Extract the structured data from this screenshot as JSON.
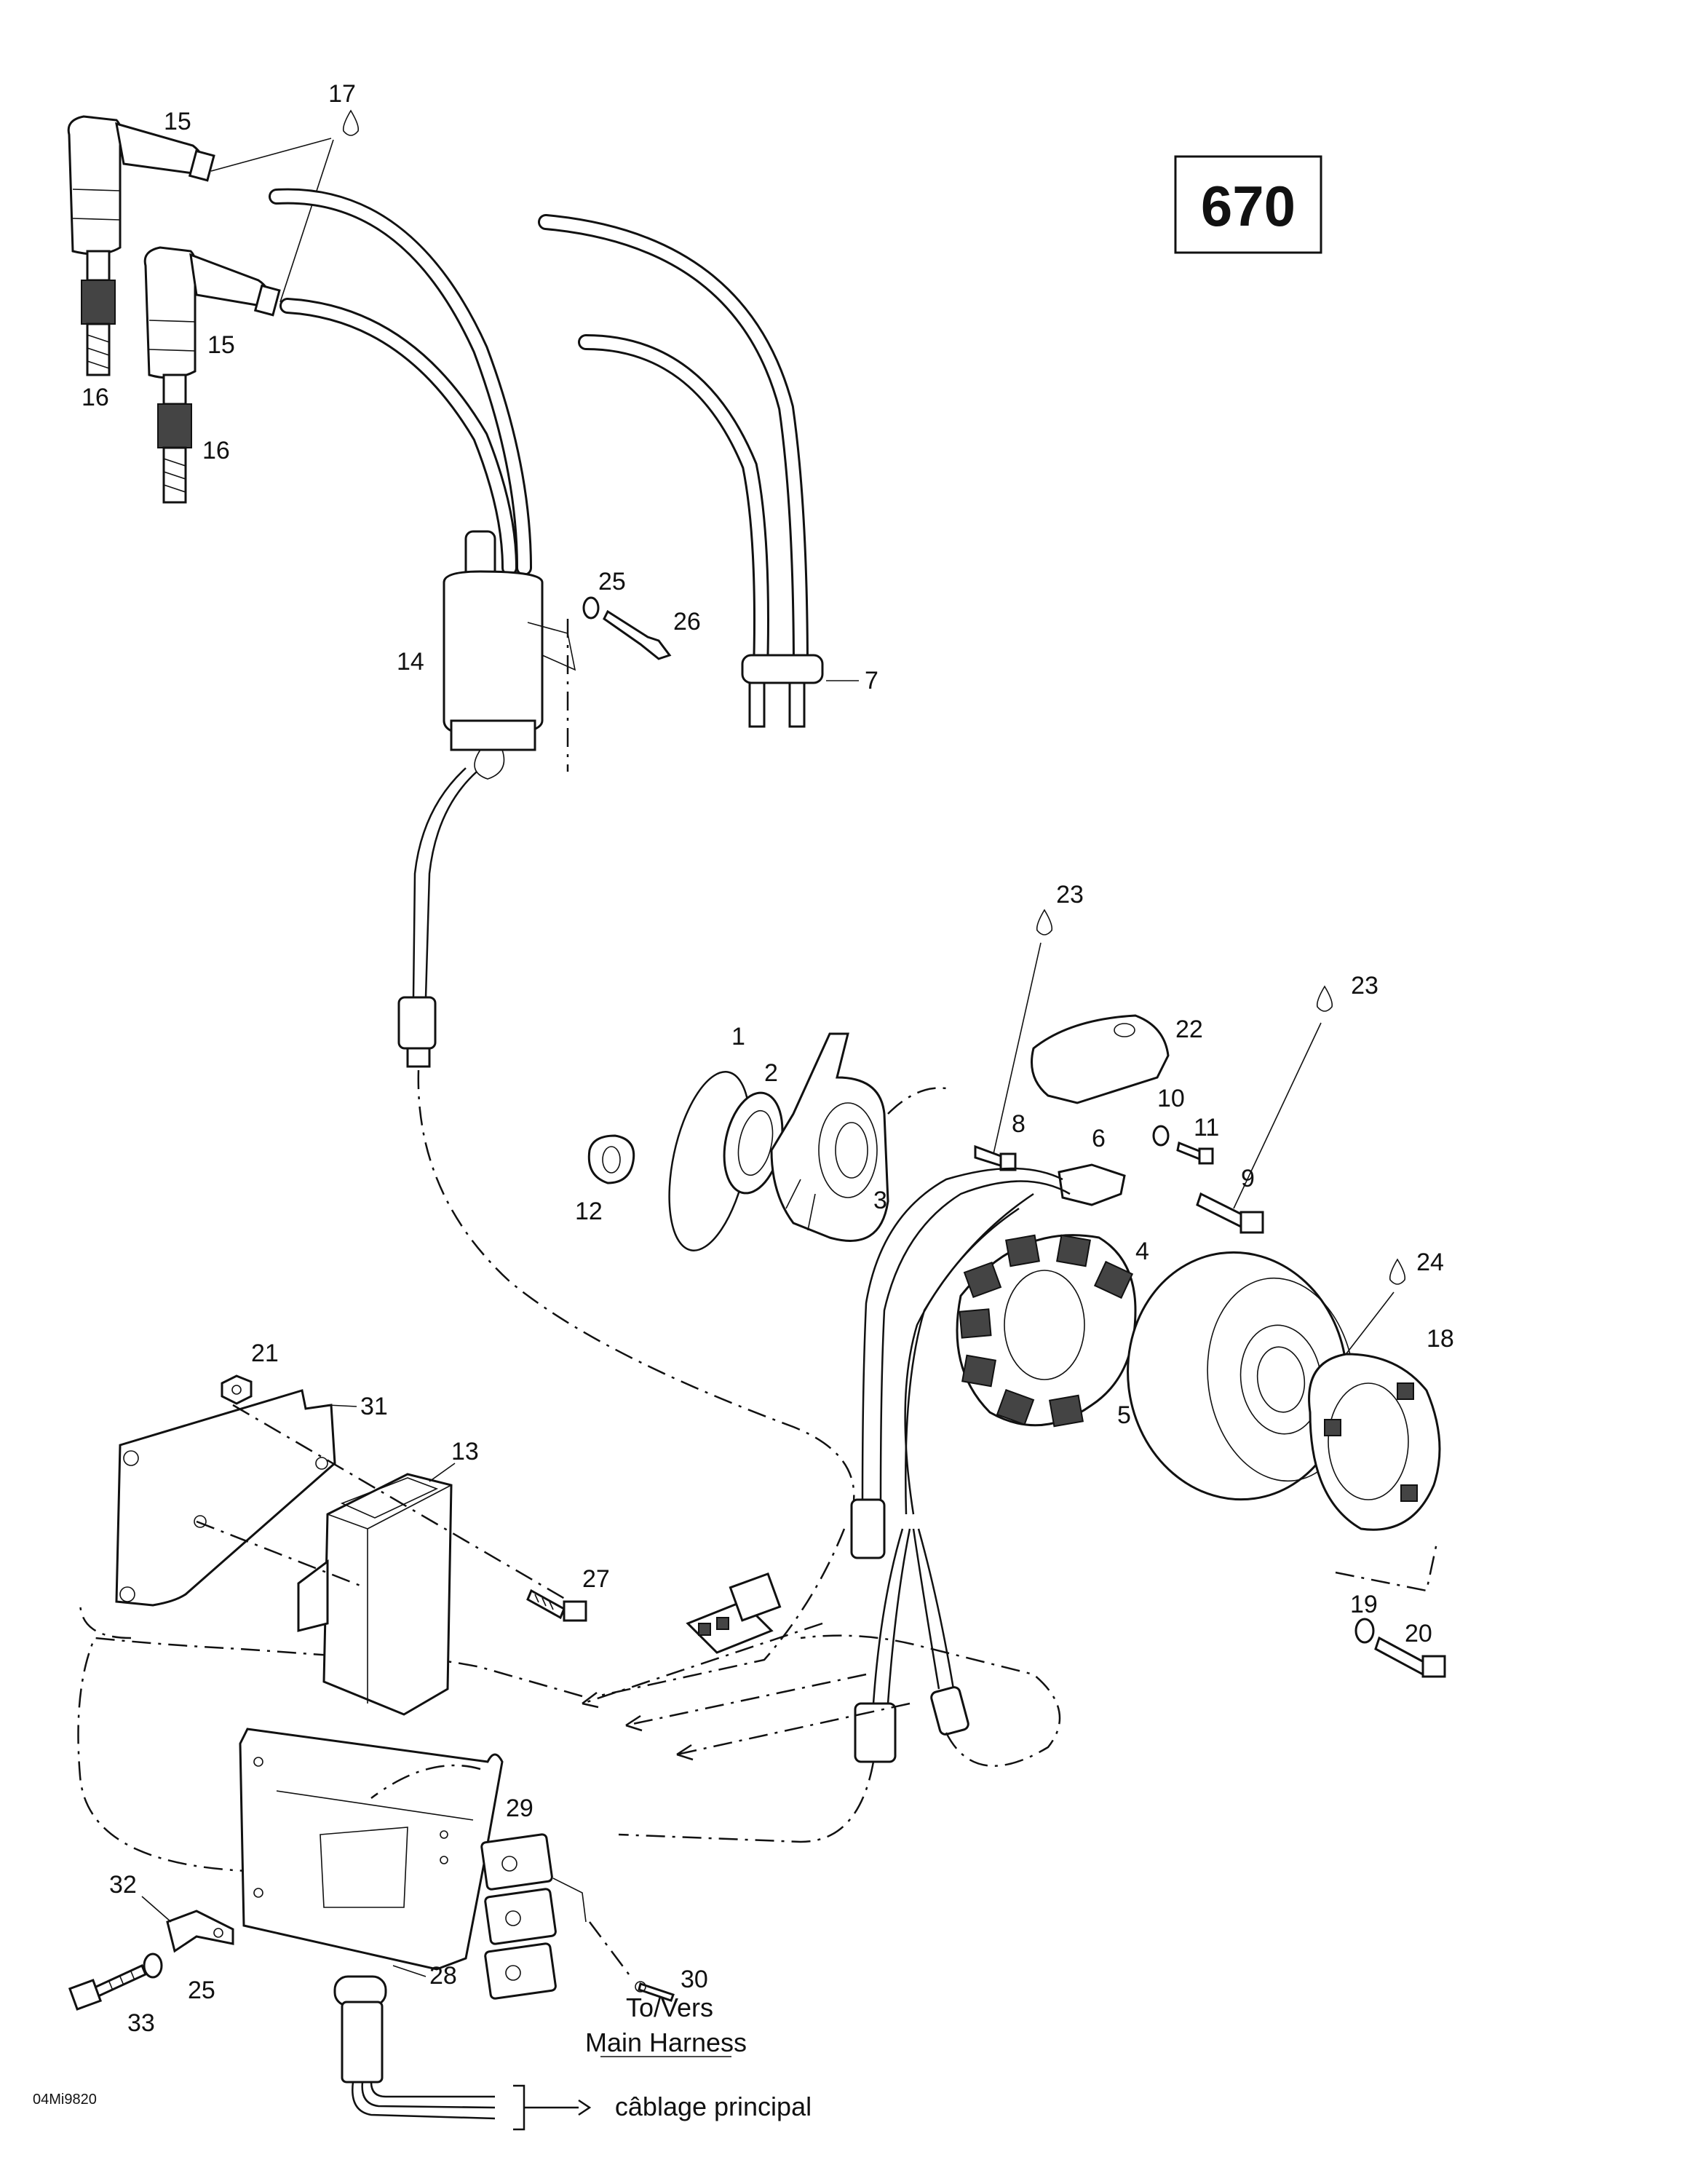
{
  "model_label": "670",
  "diagram_code": "04Mi9820",
  "harness_note": {
    "line1": "To/Vers",
    "line2": "Main Harness",
    "line3": "câblage principal"
  },
  "callouts": {
    "c1": "1",
    "c2": "2",
    "c3": "3",
    "c4": "4",
    "c5": "5",
    "c6": "6",
    "c7": "7",
    "c8": "8",
    "c9": "9",
    "c10": "10",
    "c11": "11",
    "c12": "12",
    "c13": "13",
    "c14": "14",
    "c15a": "15",
    "c15b": "15",
    "c16a": "16",
    "c16b": "16",
    "c17": "17",
    "c18": "18",
    "c19": "19",
    "c20": "20",
    "c21": "21",
    "c22": "22",
    "c23a": "23",
    "c23b": "23",
    "c24": "24",
    "c25a": "25",
    "c25b": "25",
    "c26": "26",
    "c27": "27",
    "c28": "28",
    "c29": "29",
    "c30": "30",
    "c31": "31",
    "c32": "32",
    "c33": "33"
  },
  "icons": [
    "lubricant-drop-icon"
  ]
}
